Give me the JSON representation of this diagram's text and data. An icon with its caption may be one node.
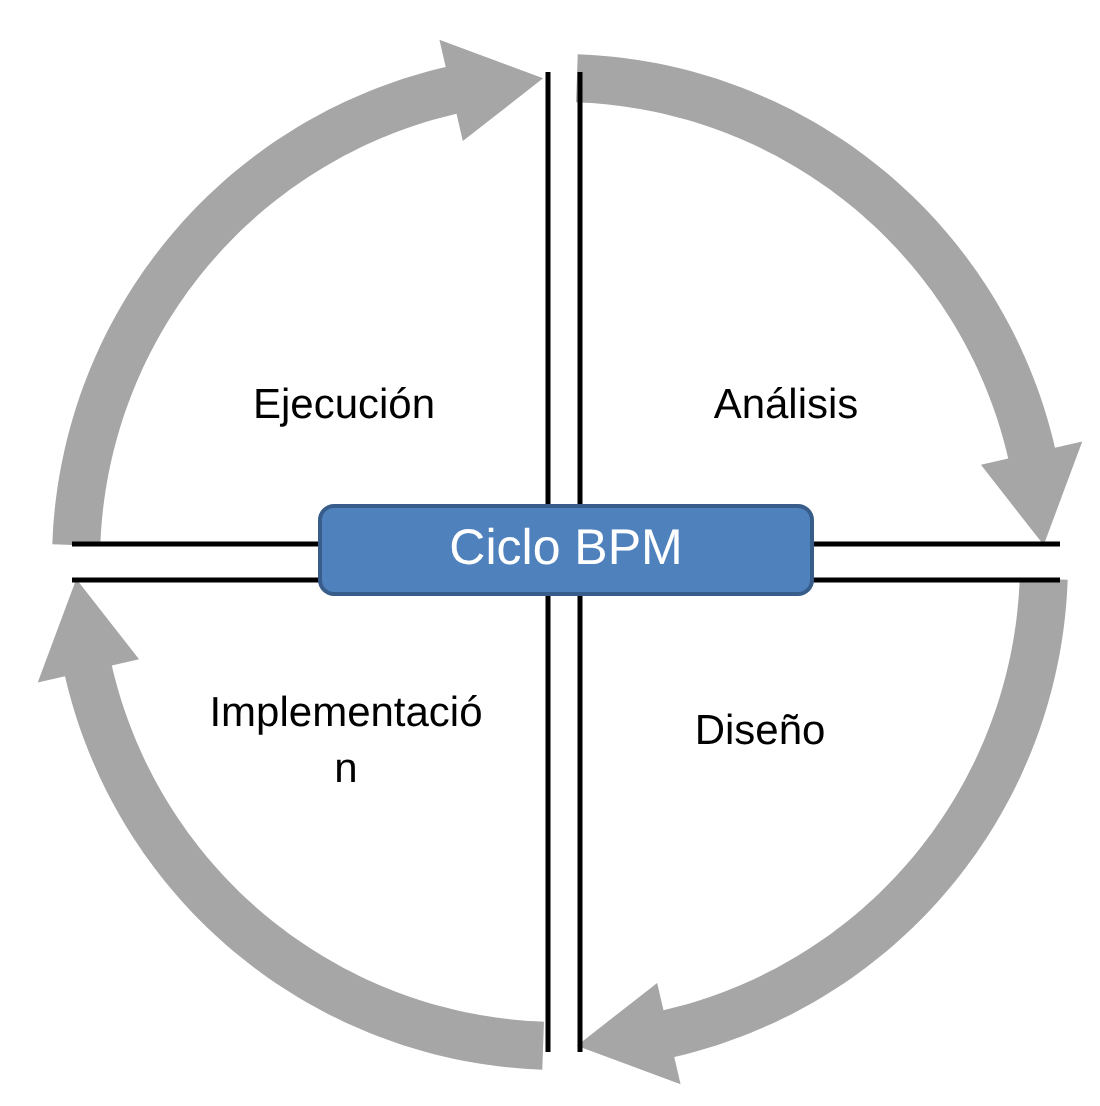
{
  "diagram": {
    "nodes": [
      {
        "text": [
          "Ciclo BPM"
        ]
      },
      {
        "text": [
          "Ejecución"
        ]
      },
      {
        "text": [
          "Análisis"
        ]
      },
      {
        "text": [
          "Implementación"
        ]
      },
      {
        "text": [
          "Diseño"
        ]
      }
    ]
  }
}
